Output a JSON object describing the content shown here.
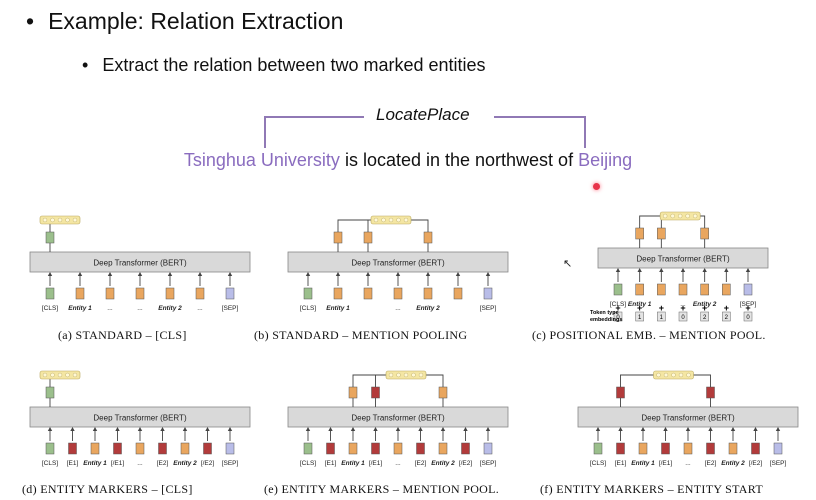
{
  "bullet1": {
    "symbol": "•",
    "text": "Example: Relation Extraction"
  },
  "bullet2": {
    "symbol": "•",
    "text": "Extract the relation between two marked entities"
  },
  "relation_label": "LocatePlace",
  "sentence": {
    "entity1": "Tsinghua University",
    "middle": " is located in the northwest of ",
    "entity2": "Beijing"
  },
  "colors": {
    "entity": "#8a6cbf",
    "bracket": "#9079b5",
    "green": "#9bbf8c",
    "orange": "#e9a65f",
    "red": "#b23b3b",
    "blue": "#b9bde8",
    "box": "#d9d9d9",
    "output_bar": "#f4e6a3"
  },
  "transformer_label": "Deep Transformer (BERT)",
  "token_type_label_1": "Token type",
  "token_type_label_2": "embeddings",
  "panels": [
    {
      "caption": "(a) STANDARD – [CLS]",
      "tokens": [
        {
          "label": "[CLS]",
          "color": "green",
          "out": true
        },
        {
          "label": "Entity 1",
          "color": "orange",
          "bold": true
        },
        {
          "label": "...",
          "color": "orange"
        },
        {
          "label": "...",
          "color": "orange"
        },
        {
          "label": "Entity 2",
          "color": "orange",
          "bold": true
        },
        {
          "label": "...",
          "color": "orange"
        },
        {
          "label": "[SEP]",
          "color": "blue"
        }
      ]
    },
    {
      "caption": "(b) STANDARD – MENTION POOLING",
      "tokens": [
        {
          "label": "[CLS]",
          "color": "green"
        },
        {
          "label": "Entity 1",
          "color": "orange",
          "bold": true,
          "out": true
        },
        {
          "label": "",
          "color": "orange",
          "out": true
        },
        {
          "label": "...",
          "color": "orange"
        },
        {
          "label": "Entity 2",
          "color": "orange",
          "bold": true,
          "out": true
        },
        {
          "label": "",
          "color": "orange"
        },
        {
          "label": "[SEP]",
          "color": "blue"
        }
      ]
    },
    {
      "caption": "(c) POSITIONAL EMB. – MENTION POOL.",
      "token_types": [
        "0",
        "1",
        "1",
        "0",
        "2",
        "2",
        "0"
      ],
      "tokens": [
        {
          "label": "[CLS]",
          "color": "green"
        },
        {
          "label": "Entity 1",
          "color": "orange",
          "bold": true,
          "out": true
        },
        {
          "label": "",
          "color": "orange",
          "out": true
        },
        {
          "label": "...",
          "color": "orange"
        },
        {
          "label": "Entity 2",
          "color": "orange",
          "bold": true,
          "out": true
        },
        {
          "label": "",
          "color": "orange"
        },
        {
          "label": "[SEP]",
          "color": "blue"
        }
      ]
    },
    {
      "caption": "(d) ENTITY MARKERS – [CLS]",
      "tokens": [
        {
          "label": "[CLS]",
          "color": "green",
          "out": true
        },
        {
          "label": "[E1]",
          "color": "red"
        },
        {
          "label": "Entity 1",
          "color": "orange",
          "bold": true
        },
        {
          "label": "[/E1]",
          "color": "red"
        },
        {
          "label": "...",
          "color": "orange"
        },
        {
          "label": "[E2]",
          "color": "red"
        },
        {
          "label": "Entity 2",
          "color": "orange",
          "bold": true
        },
        {
          "label": "[/E2]",
          "color": "red"
        },
        {
          "label": "[SEP]",
          "color": "blue"
        }
      ]
    },
    {
      "caption": "(e) ENTITY MARKERS – MENTION POOL.",
      "tokens": [
        {
          "label": "[CLS]",
          "color": "green"
        },
        {
          "label": "[E1]",
          "color": "red"
        },
        {
          "label": "Entity 1",
          "color": "orange",
          "bold": true,
          "out": true
        },
        {
          "label": "[/E1]",
          "color": "red",
          "out": true
        },
        {
          "label": "...",
          "color": "orange"
        },
        {
          "label": "[E2]",
          "color": "red"
        },
        {
          "label": "Entity 2",
          "color": "orange",
          "bold": true,
          "out": true
        },
        {
          "label": "[/E2]",
          "color": "red"
        },
        {
          "label": "[SEP]",
          "color": "blue"
        }
      ]
    },
    {
      "caption": "(f) ENTITY MARKERS – ENTITY START",
      "tokens": [
        {
          "label": "[CLS]",
          "color": "green"
        },
        {
          "label": "[E1]",
          "color": "red",
          "out": true
        },
        {
          "label": "Entity 1",
          "color": "orange",
          "bold": true
        },
        {
          "label": "[/E1]",
          "color": "red"
        },
        {
          "label": "...",
          "color": "orange"
        },
        {
          "label": "[E2]",
          "color": "red",
          "out": true
        },
        {
          "label": "Entity 2",
          "color": "orange",
          "bold": true
        },
        {
          "label": "[/E2]",
          "color": "red"
        },
        {
          "label": "[SEP]",
          "color": "blue"
        }
      ]
    }
  ]
}
